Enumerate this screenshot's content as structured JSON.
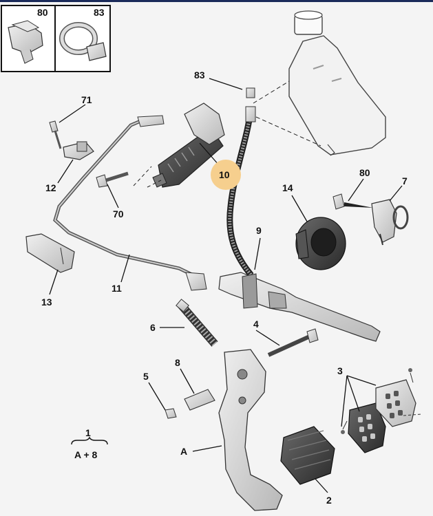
{
  "inset_boxes": [
    {
      "label": "80",
      "icon": "clip-icon"
    },
    {
      "label": "83",
      "icon": "hose-clamp-icon"
    }
  ],
  "callouts": {
    "c83": "83",
    "c71": "71",
    "c12": "12",
    "c70": "70",
    "c10": "10",
    "c14": "14",
    "c80": "80",
    "c7": "7",
    "c9": "9",
    "c13": "13",
    "c11": "11",
    "c6": "6",
    "c4": "4",
    "c8": "8",
    "c5": "5",
    "c3": "3",
    "cA": "A",
    "c2": "2"
  },
  "formula": {
    "top": "1",
    "bottom": "A + 8"
  },
  "colors": {
    "highlight": "#f6cf8e",
    "frame": "#1b2b5a",
    "part_fill": "#d9d9d9",
    "rubber": "#3a3a3a"
  }
}
